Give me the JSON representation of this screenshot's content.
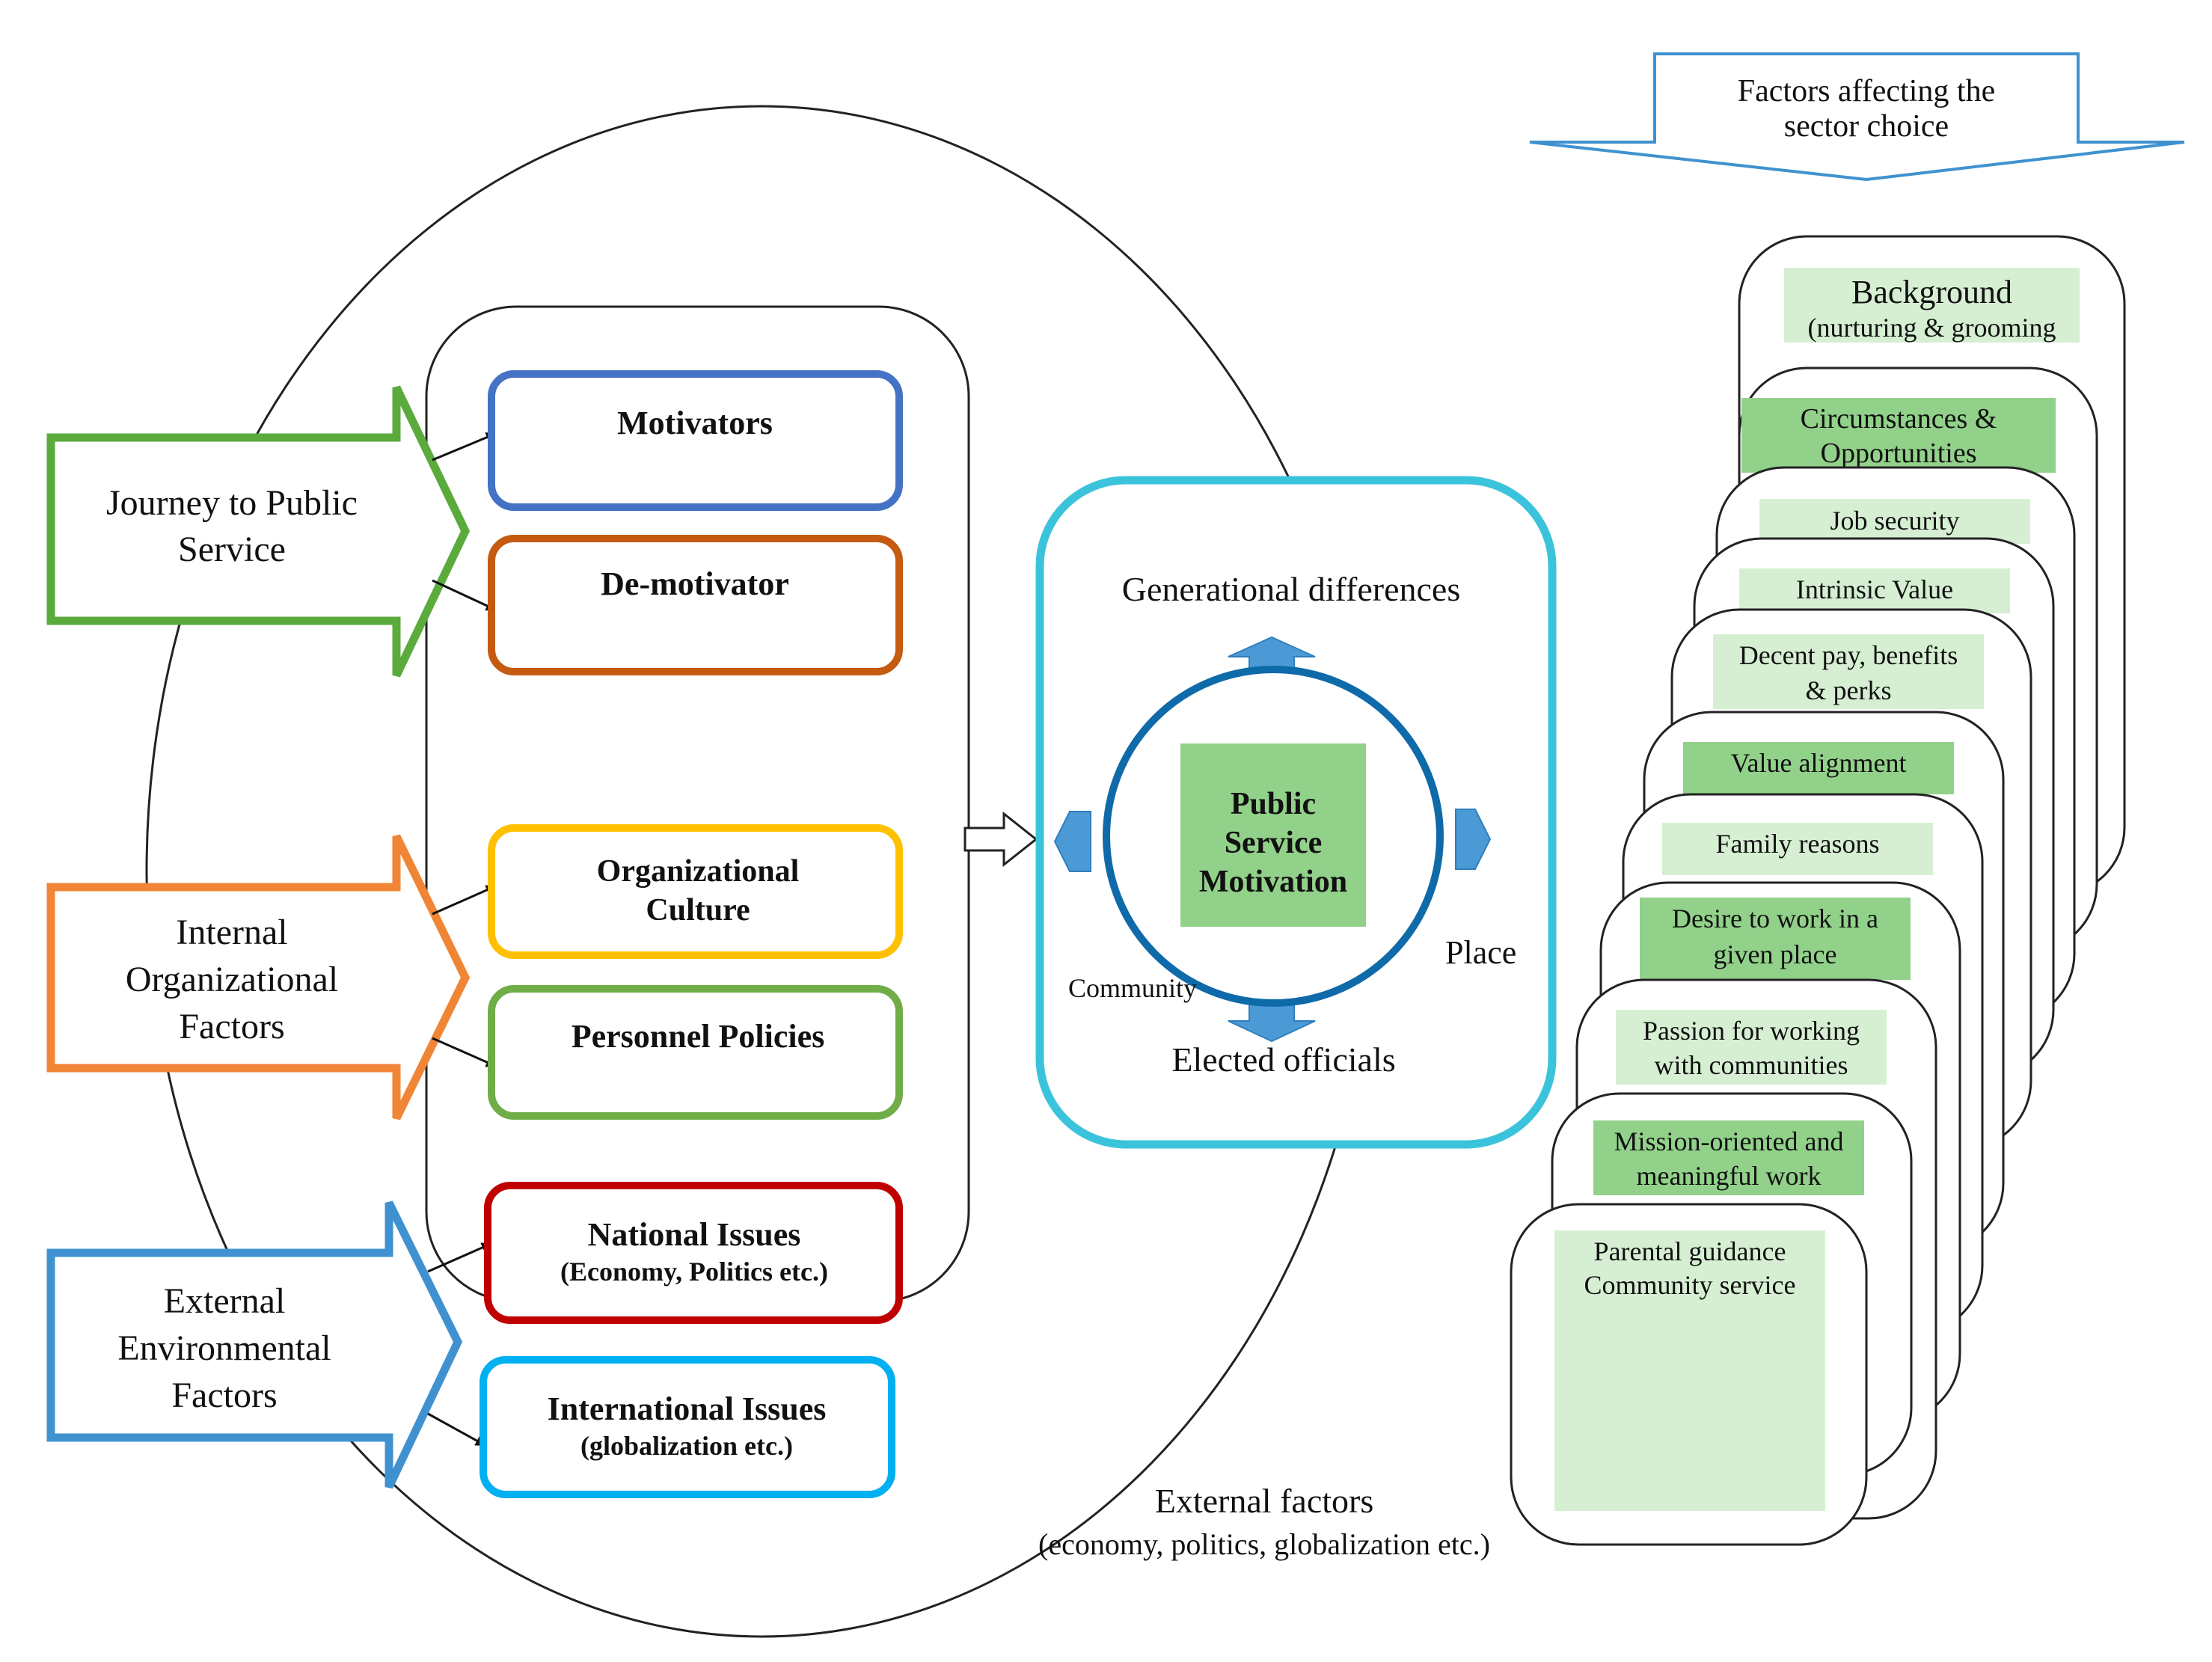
{
  "journey": {
    "label_line1": "Journey to Public",
    "label_line2": "Service",
    "motivators": "Motivators",
    "demotivator": "De-motivator"
  },
  "internal": {
    "label_line1": "Internal",
    "label_line2": "Organizational",
    "label_line3": "Factors",
    "org_culture_line1": "Organizational",
    "org_culture_line2": "Culture",
    "personnel": "Personnel Policies"
  },
  "external": {
    "label_line1": "External",
    "label_line2": "Environmental",
    "label_line3": "Factors",
    "national_title": "National Issues",
    "national_sub": "(Economy, Politics etc.)",
    "international_title": "International Issues",
    "international_sub": "(globalization etc.)"
  },
  "psm": {
    "generational": "Generational differences",
    "center_line1": "Public",
    "center_line2": "Service",
    "center_line3": "Motivation",
    "community": "Community",
    "place": "Place",
    "elected": "Elected officials"
  },
  "external_factors": {
    "title": "External factors",
    "sub": "(economy, politics, globalization etc.)"
  },
  "sector_choice": {
    "header_line1": "Factors affecting the",
    "header_line2": "sector choice",
    "cards": [
      {
        "line1": "Background",
        "line2": "(nurturing & grooming"
      },
      {
        "line1": "Circumstances &",
        "line2": "Opportunities"
      },
      {
        "line1": "Job security",
        "line2": ""
      },
      {
        "line1": "Intrinsic Value",
        "line2": ""
      },
      {
        "line1": "Decent pay, benefits",
        "line2": "& perks"
      },
      {
        "line1": "Value alignment",
        "line2": ""
      },
      {
        "line1": "Family reasons",
        "line2": ""
      },
      {
        "line1": "Desire to work in a",
        "line2": "given place"
      },
      {
        "line1": "Passion for working",
        "line2": "with communities"
      },
      {
        "line1": "Mission-oriented and",
        "line2": "meaningful work"
      },
      {
        "line1": "Parental guidance",
        "line2": "Community service"
      }
    ]
  },
  "colors": {
    "green_arrow": "#5aab3c",
    "orange_arrow": "#f08536",
    "blue_arrow": "#3f92cf",
    "motivators_border": "#4472c4",
    "demotivator_border": "#c55a11",
    "culture_border": "#ffc000",
    "personnel_border": "#70ad47",
    "national_border": "#c00000",
    "international_border": "#00b0f0",
    "psm_box_border": "#3cc3dc",
    "psm_circle": "#0f6aaa",
    "green_fill": "#92d18a",
    "light_green_fill": "#d6efd3",
    "small_arrow_fill": "#4b9ad6"
  }
}
